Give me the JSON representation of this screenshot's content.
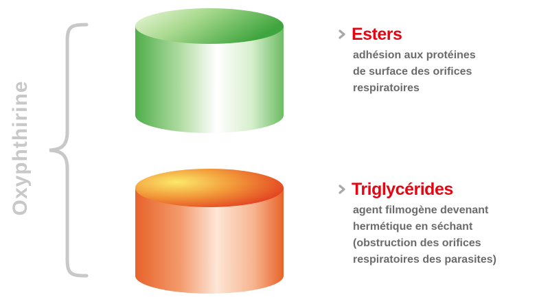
{
  "title": "Oxyphthirine",
  "components": [
    {
      "heading": "Esters",
      "lines": [
        "adhésion aux protéines",
        "de surface des orifices",
        "respiratoires"
      ],
      "cylinder_colors": {
        "side_light": "#ffffff",
        "side_dark": "#4fae4a",
        "top_light": "#eef7dc",
        "top_dark": "#3fa53e"
      }
    },
    {
      "heading": "Triglycérides",
      "lines": [
        "agent filmogène devenant",
        "hermétique en séchant",
        "(obstruction des orifices",
        "respiratoires des parasites)"
      ],
      "cylinder_colors": {
        "side_light": "#fde6d6",
        "side_dark": "#e8632a",
        "top_light": "#fbe96a",
        "top_dark": "#e0311c"
      }
    }
  ],
  "colors": {
    "heading": "#e30613",
    "text": "#6b6b6b",
    "title": "#c8c8c8",
    "brace": "#c8c8c8",
    "arrow": "#a8a8a8"
  },
  "icons": {
    "arrow": "chevron-right-icon"
  }
}
